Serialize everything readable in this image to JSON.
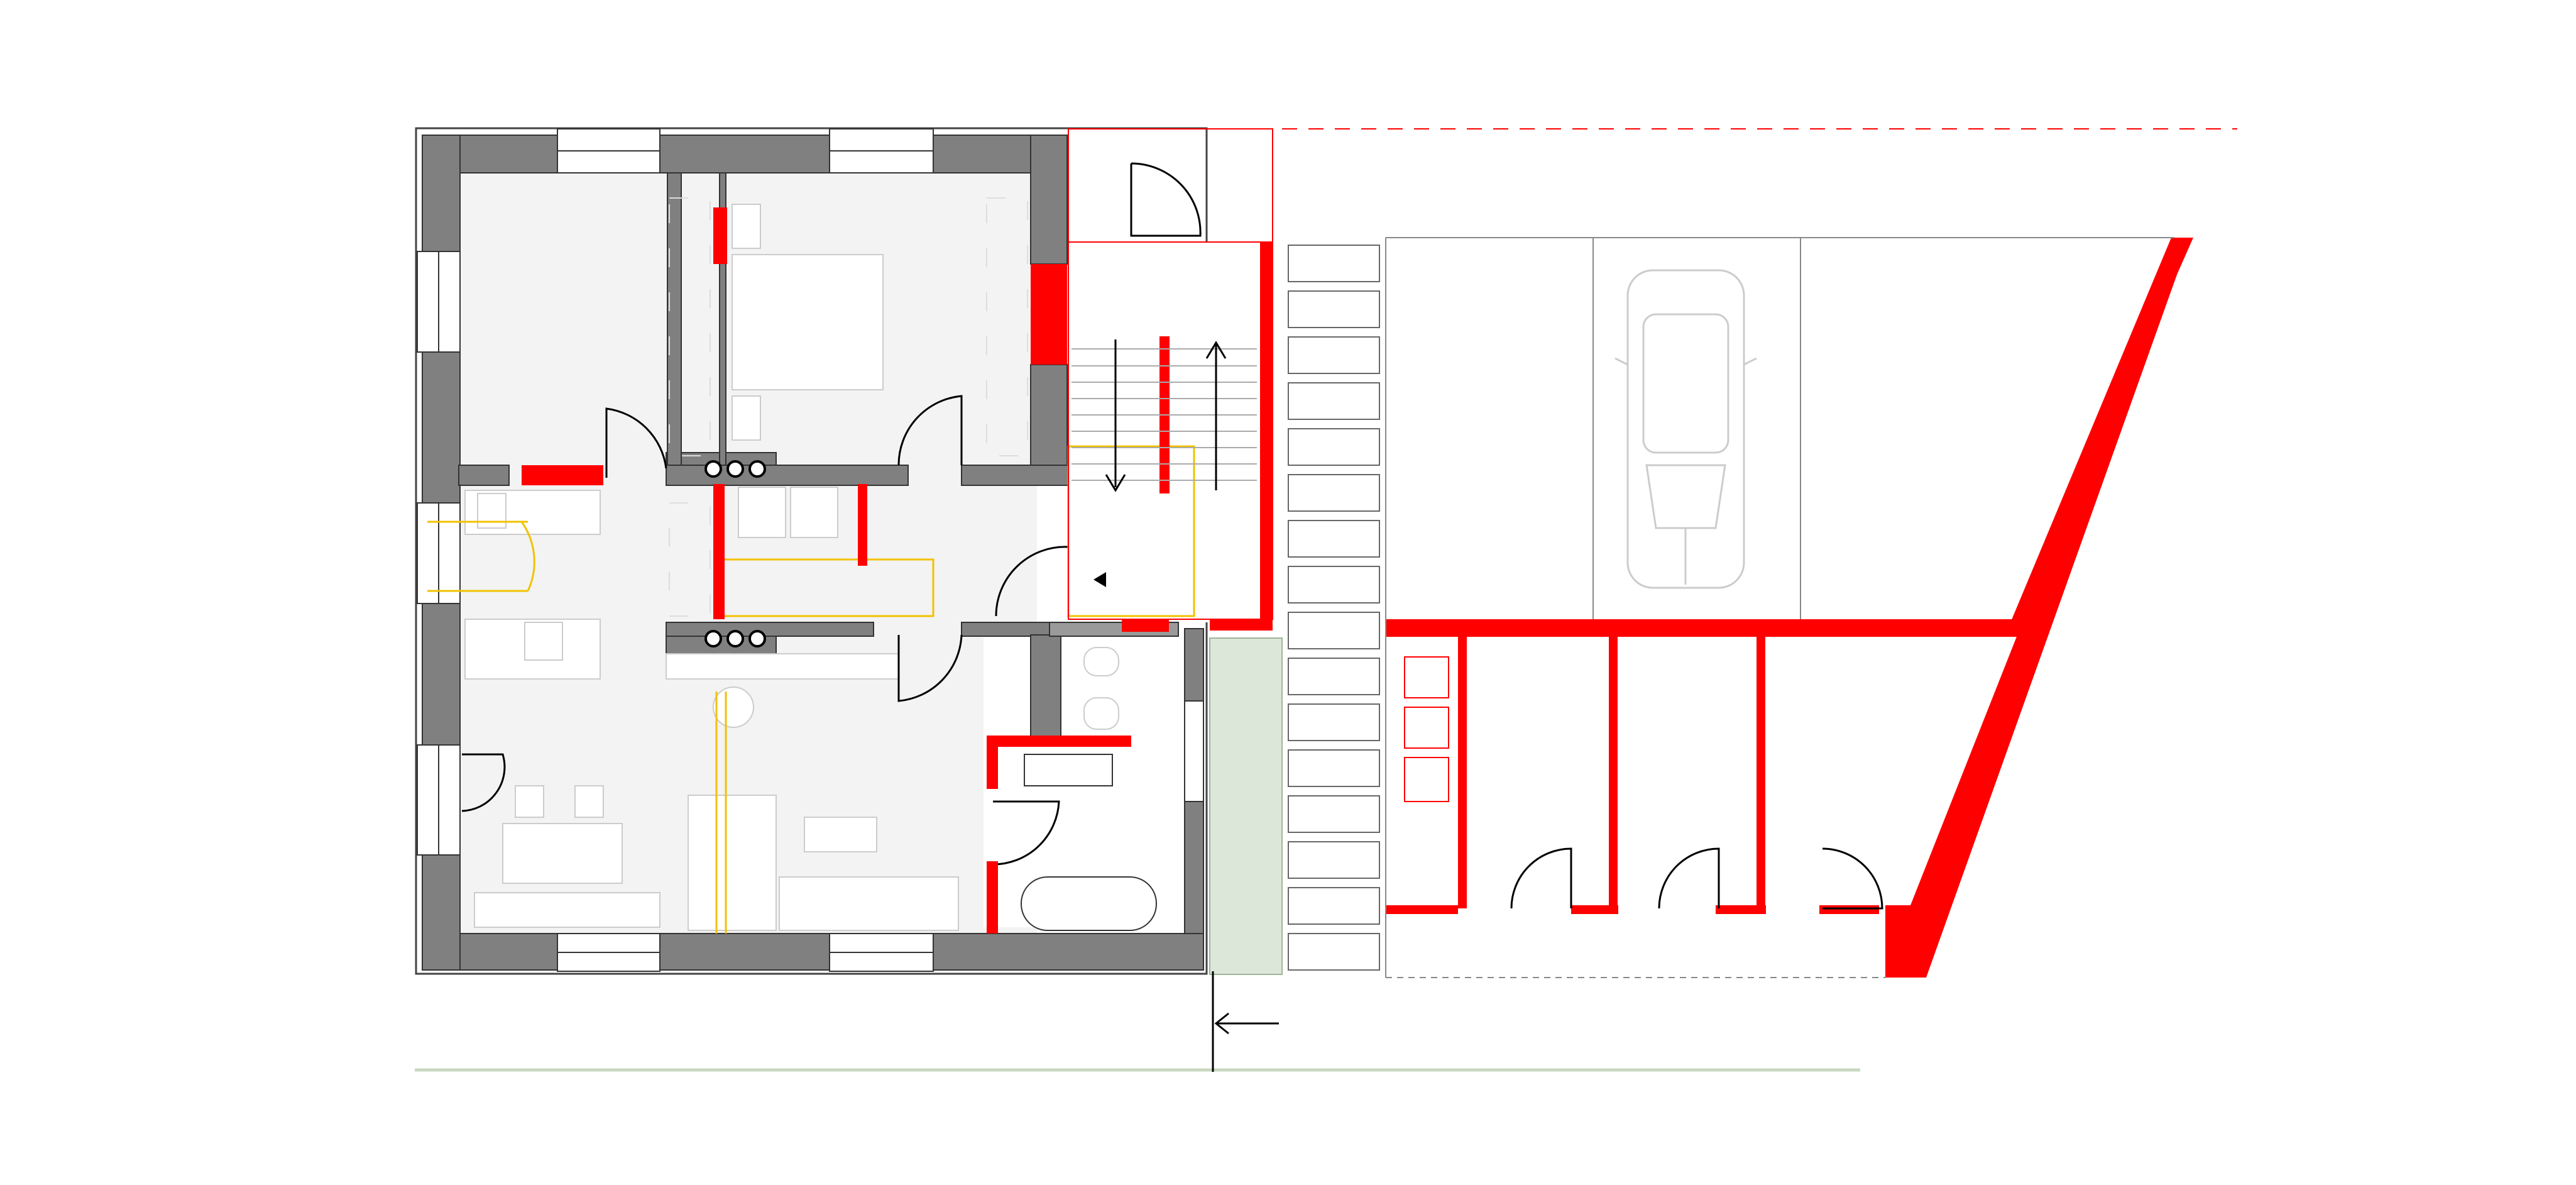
{
  "plan": {
    "colors": {
      "background": "#ffffff",
      "existing_wall": "#808080",
      "new_wall": "#ff0000",
      "interior_floor": "#f3f3f3",
      "yellow_overlay": "#f2c200",
      "green_strip": "#dde7d9",
      "linework": "#000000",
      "furniture": "#d8d8d8"
    },
    "icons": {
      "stair_arrow": "arrow",
      "entry_arrow": "arrow-left",
      "triangle_marker": "triangle-left"
    }
  }
}
